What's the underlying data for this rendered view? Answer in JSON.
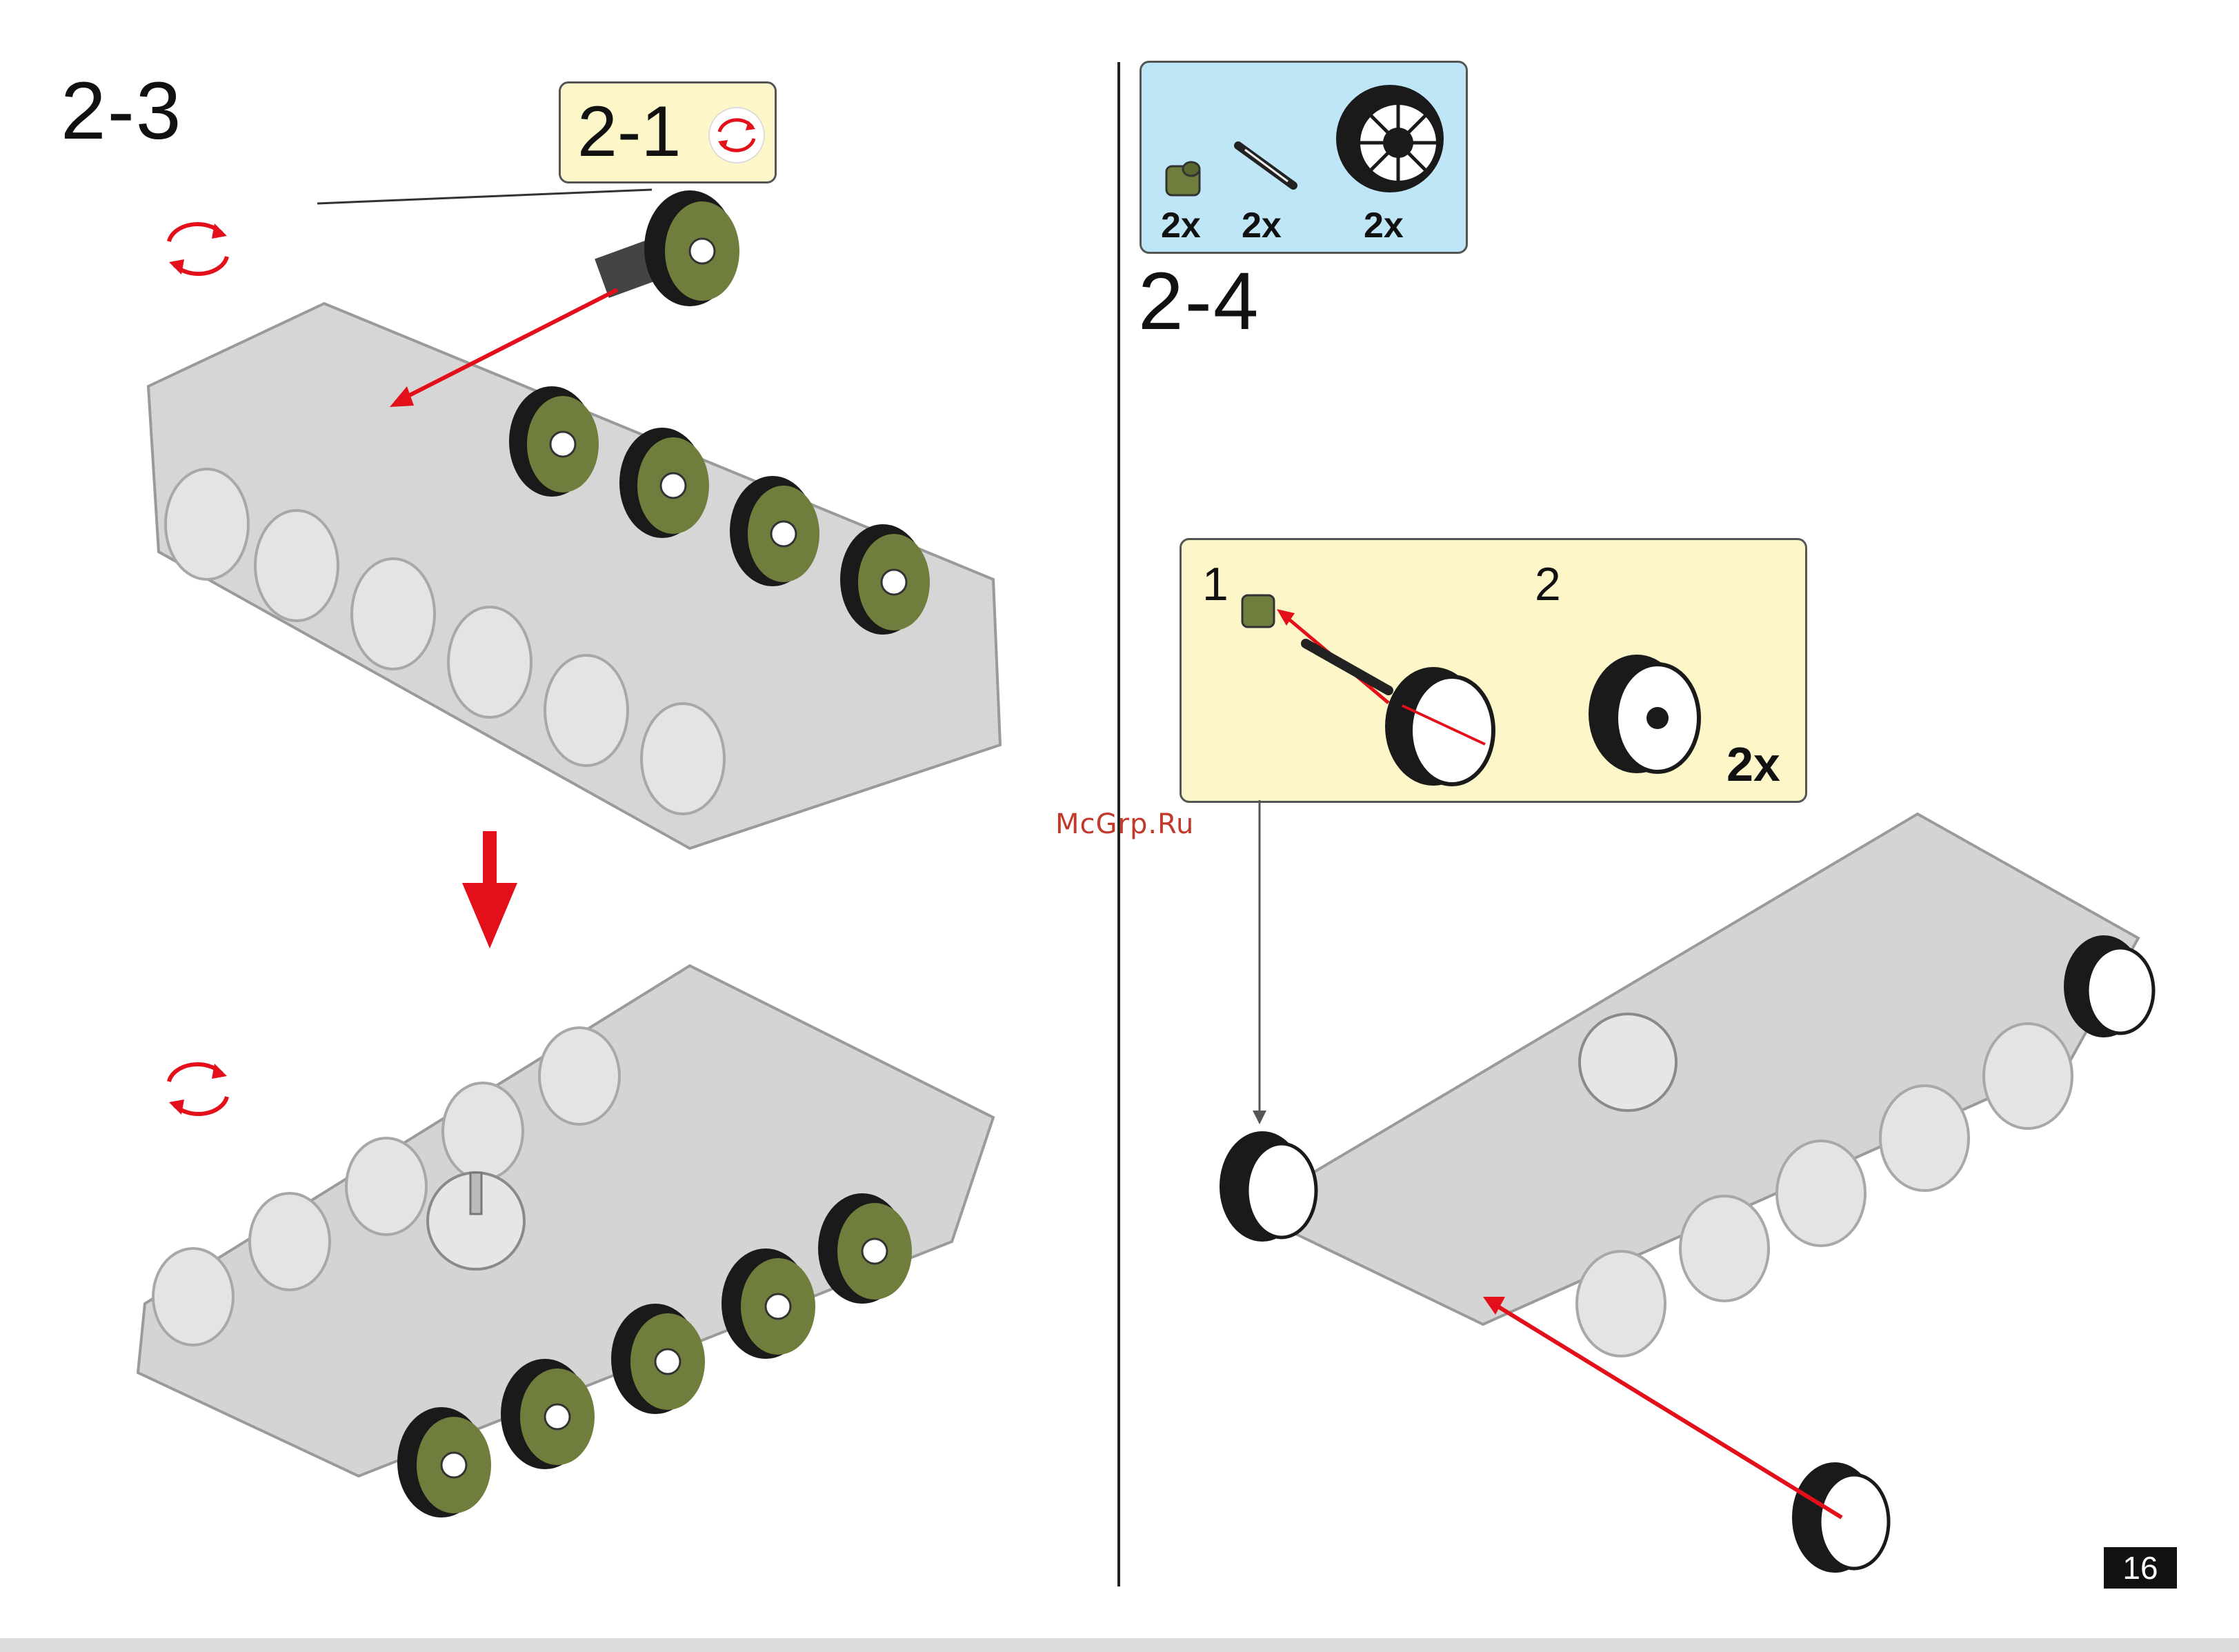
{
  "steps": {
    "left_title": "2-3",
    "right_title": "2-4",
    "sub_ref": "2-1"
  },
  "parts_list": [
    {
      "qty": "2x",
      "part": "olive-bushing"
    },
    {
      "qty": "2x",
      "part": "axle-pin"
    },
    {
      "qty": "2x",
      "part": "sprocket-wheel"
    }
  ],
  "subassembly": {
    "stage1": "1",
    "stage2": "2",
    "qty": "2x"
  },
  "page_number": "16",
  "watermark": "McGrp.Ru",
  "colors": {
    "arrow": "#e3101b",
    "gray_part": "#d6d6d6",
    "olive_wheel": "#6f7e3c",
    "tire": "#1a1a1a",
    "callout_yellow": "#fcf6c8",
    "callout_blue": "#bfe6f7"
  }
}
